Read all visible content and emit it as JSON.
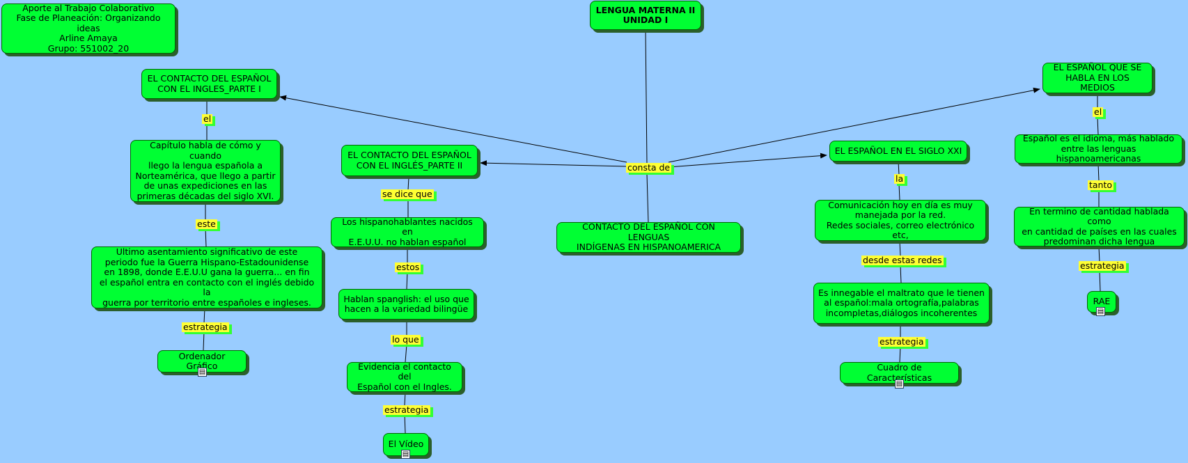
{
  "header": {
    "info": "Aporte al Trabajo Colaborativo\nFase de Planeación: Organizando ideas\nArline Amaya\nGrupo: 551002_20",
    "title": "LENGUA MATERNA II\nUNIDAD I"
  },
  "hub": {
    "label": "consta de"
  },
  "branch_left1": {
    "title": "EL CONTACTO DEL ESPAÑOL\nCON EL INGLES_PARTE I",
    "link1": "el",
    "concept1": "Capítulo habla de cómo y cuando\nllego la lengua española a\nNorteamérica, que llego a partir\nde unas expediciones en las\nprimeras décadas del siglo XVI.",
    "link2": "este",
    "concept2": "Ultimo asentamiento significativo de este\nperiodo fue la Guerra Hispano-Estadounidense\nen 1898, donde E.E.U.U gana la guerra... en fin\nel español entra en contacto con el inglés debido la\nguerra por territorio entre españoles e ingleses.",
    "link3": "estrategia",
    "resource": "Ordenador Gráfico"
  },
  "branch_left2": {
    "title": "EL CONTACTO DEL ESPAÑOL\nCON EL INGLÉS_PARTE II",
    "link1": "se dice que",
    "concept1": "Los hispanohablantes nacidos en\nE.E.U.U. no hablan español",
    "link2": "estos",
    "concept2": "Hablan spanglish: el uso que\nhacen a la variedad bilingüe",
    "link3": "lo que",
    "concept3": "Evidencia el contacto del\nEspañol con el Ingles.",
    "link4": "estrategia",
    "resource": "El Vídeo"
  },
  "branch_center": {
    "title": "CONTACTO DEL ESPAÑOL CON LENGUAS\nINDÍGENAS EN HISPANOAMERICA"
  },
  "branch_right1": {
    "title": "EL ESPAÑOL EN EL SIGLO XXI",
    "link1": "la",
    "concept1": "Comunicación hoy en día es muy\nmanejada por la red.\nRedes sociales, correo electrónico etc,",
    "link2": "desde estas redes",
    "concept2": "Es innegable el maltrato que le tienen\nal español:mala ortografía,palabras\nincompletas,diálogos incoherentes",
    "link3": "estrategia",
    "resource": "Cuadro de Características"
  },
  "branch_right2": {
    "title": "EL ESPAÑOL QUE SE\nHABLA EN LOS MEDIOS",
    "link1": "el",
    "concept1": "Español es el idioma, más hablado\nentre las lenguas hispanoamericanas",
    "link2": "tanto",
    "concept2": "En termino de cantidad hablada como\nen cantidad de países en las cuales\npredominan dicha lengua",
    "link3": "estrategia",
    "resource": "RAE"
  },
  "colors": {
    "background": "#99ccff",
    "node": "#00ff33",
    "link_label": "#ffff33",
    "edge": "#000000"
  },
  "icons": {
    "resource": "document-icon"
  }
}
